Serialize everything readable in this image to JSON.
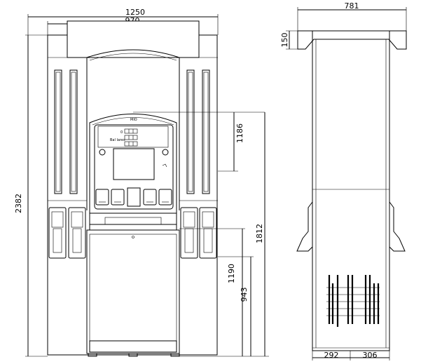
{
  "front_view": {
    "dimensions": {
      "overall_width": "1250",
      "canopy_width": "970",
      "overall_height": "2382",
      "upper_height": "1186",
      "nozzle_height": "1812",
      "lower_height": "1190",
      "base_height": "943"
    },
    "panel_labels": {
      "brand": "MIO",
      "price_line_1": "0",
      "price_line_2": "Bal lares"
    }
  },
  "side_view": {
    "dimensions": {
      "depth": "781",
      "top_height": "150",
      "base_left": "292",
      "base_right": "306"
    }
  }
}
